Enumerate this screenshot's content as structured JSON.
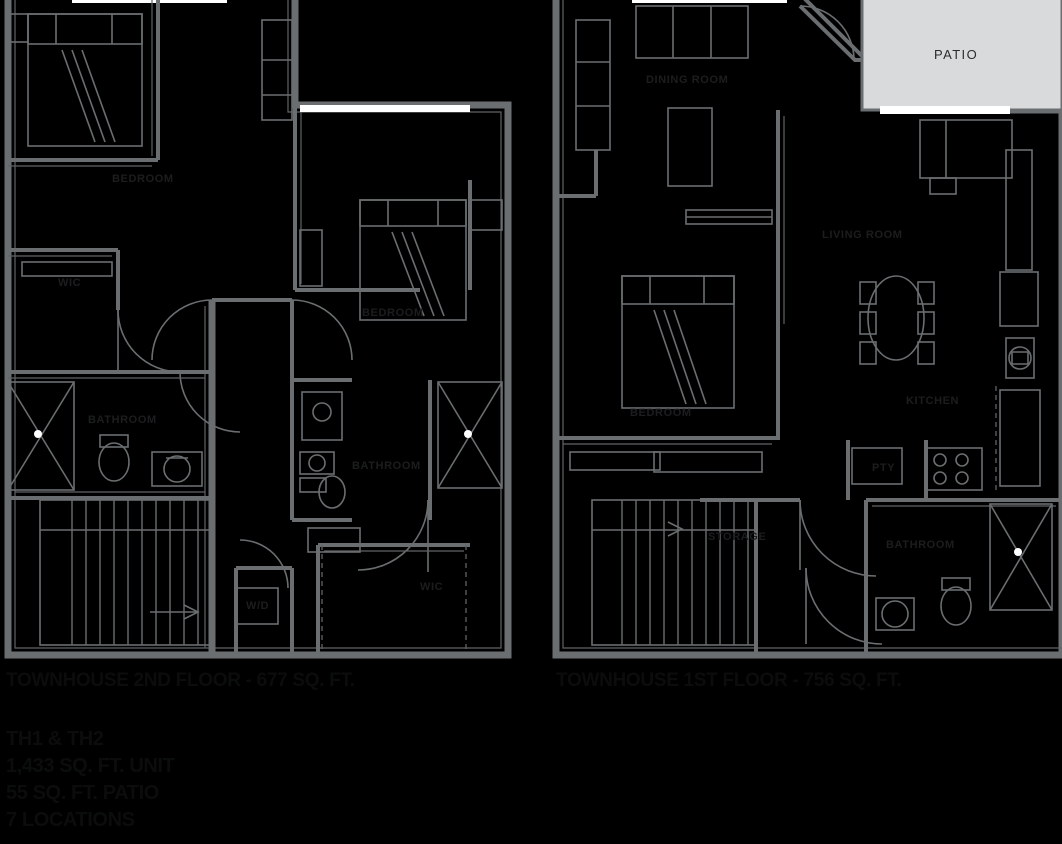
{
  "page": {
    "background_color": "#000000",
    "wall_color": "#6a6e70",
    "patio_fill_color": "#d9dadb",
    "window_color": "#ffffff",
    "label_color": "#1c1d1e",
    "caption_color": "#0b0c0c"
  },
  "plans": {
    "second_floor": {
      "caption": "TOWNHOUSE 2ND FLOOR - 677 SQ. FT.",
      "rooms": [
        {
          "key": "bedroom_1",
          "label": "BEDROOM"
        },
        {
          "key": "bedroom_2",
          "label": "BEDROOM"
        },
        {
          "key": "bathroom_1",
          "label": "BATHROOM"
        },
        {
          "key": "bathroom_2",
          "label": "BATHROOM"
        },
        {
          "key": "closet_1",
          "label": "WIC"
        },
        {
          "key": "closet_2",
          "label": "WIC"
        },
        {
          "key": "washer_dryer",
          "label": "W/D"
        }
      ]
    },
    "first_floor": {
      "caption": "TOWNHOUSE 1ST FLOOR - 756 SQ. FT.",
      "rooms": [
        {
          "key": "dining_room",
          "label": "DINING ROOM"
        },
        {
          "key": "living_room",
          "label": "LIVING ROOM"
        },
        {
          "key": "bedroom_3",
          "label": "BEDROOM"
        },
        {
          "key": "kitchen",
          "label": "KITCHEN"
        },
        {
          "key": "pantry",
          "label": "PTY"
        },
        {
          "key": "storage",
          "label": "STORAGE"
        },
        {
          "key": "bathroom_3",
          "label": "BATHROOM"
        },
        {
          "key": "patio",
          "label": "PATIO"
        }
      ]
    }
  },
  "summary": {
    "unit_names": "TH1 & TH2",
    "unit_area": "1,433 SQ. FT. UNIT",
    "patio_area": "55 SQ. FT. PATIO",
    "locations": "7 LOCATIONS"
  }
}
